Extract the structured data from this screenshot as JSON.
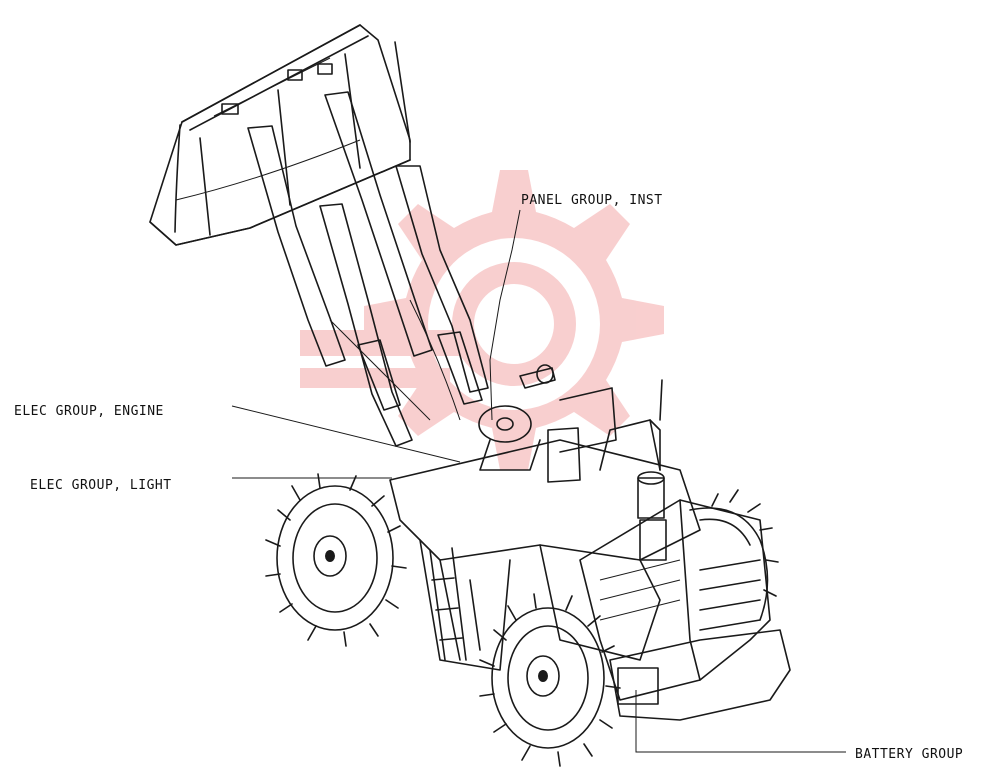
{
  "diagram": {
    "callouts": {
      "panel_group_inst": "PANEL GROUP, INST",
      "elec_group_engine": "ELEC GROUP, ENGINE",
      "elec_group_light": "ELEC GROUP, LIGHT",
      "battery_group": "BATTERY GROUP"
    },
    "colors": {
      "ink": "#1a1a1a",
      "watermark": "#f4b3b3",
      "background": "#ffffff"
    }
  }
}
